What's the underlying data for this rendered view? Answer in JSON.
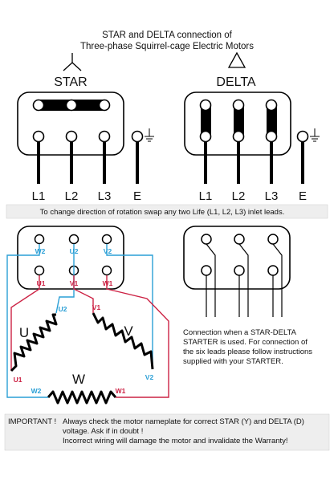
{
  "title": {
    "line1": "STAR and DELTA connection of",
    "line2": "Three-phase Squirrel-cage Electric Motors"
  },
  "star": {
    "label": "STAR"
  },
  "delta": {
    "label": "DELTA"
  },
  "leads": [
    "L1",
    "L2",
    "L3",
    "E"
  ],
  "rotation_note": "To change direction of rotation swap any two Life (L1, L2, L3) inlet leads.",
  "terminals": {
    "top": [
      "W2",
      "U2",
      "V2"
    ],
    "bottom": [
      "U1",
      "V1",
      "W1"
    ]
  },
  "windings": {
    "u": {
      "name": "U",
      "start": "U1",
      "end": "U2"
    },
    "v": {
      "name": "V",
      "start": "V1",
      "end": "V2"
    },
    "w": {
      "name": "W",
      "start": "W1",
      "end": "W2"
    }
  },
  "starter_note": [
    "Connection when a STAR-DELTA",
    "STARTER is used. For connection of",
    "the six leads please follow instructions",
    "supplied with your STARTER."
  ],
  "important": {
    "label": "IMPORTANT !",
    "line1": "Always check the motor nameplate for correct STAR (Y) and DELTA (D)",
    "line2": "voltage. Ask if in doubt !",
    "line3": "Incorrect wiring will damage the motor and invalidate the Warranty!"
  },
  "colors": {
    "blue": "#2a9fd6",
    "red": "#cc2244",
    "band": "#eeeeee",
    "line": "#000000"
  }
}
